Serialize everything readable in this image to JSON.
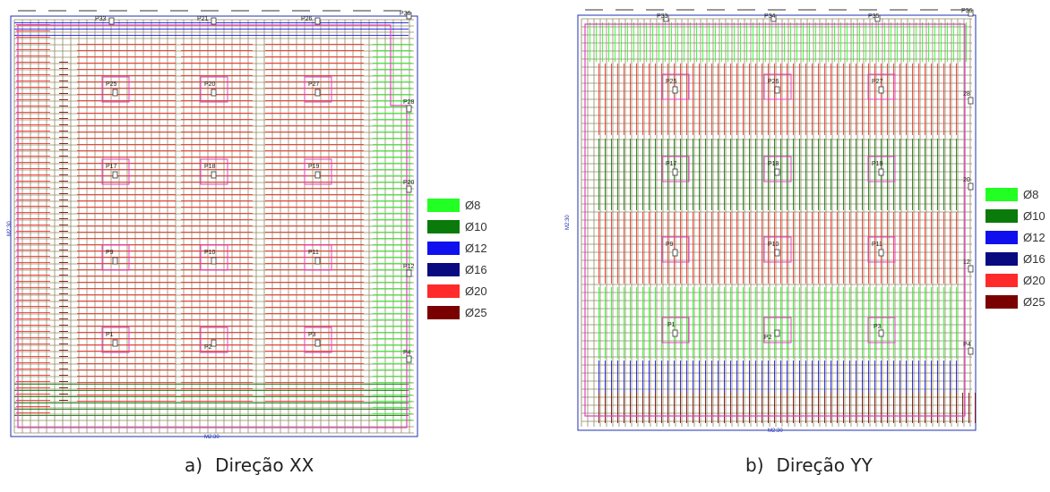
{
  "figure": {
    "panels": [
      {
        "id": "a",
        "caption_letter": "a)",
        "caption_text": "Direção XX",
        "direction": "x",
        "pillars": [
          {
            "label": "P33"
          },
          {
            "label": "P21"
          },
          {
            "label": "P26"
          },
          {
            "label": "P36"
          },
          {
            "label": "P25"
          },
          {
            "label": "P20"
          },
          {
            "label": "P27"
          },
          {
            "label": "P28"
          },
          {
            "label": "P17"
          },
          {
            "label": "P18"
          },
          {
            "label": "P19"
          },
          {
            "label": "P20"
          },
          {
            "label": "P9"
          },
          {
            "label": "P10"
          },
          {
            "label": "P11"
          },
          {
            "label": "P12"
          },
          {
            "label": "P1"
          },
          {
            "label": "P2"
          },
          {
            "label": "P3"
          },
          {
            "label": "P4"
          }
        ],
        "dimension_bottom": "M2:30",
        "dimension_side": "M2:30"
      },
      {
        "id": "b",
        "caption_letter": "b)",
        "caption_text": "Direção YY",
        "direction": "y",
        "pillars": [
          {
            "label": "P33"
          },
          {
            "label": "P34"
          },
          {
            "label": "P35"
          },
          {
            "label": "P36"
          },
          {
            "label": "P25"
          },
          {
            "label": "P26"
          },
          {
            "label": "P27"
          },
          {
            "label": "28"
          },
          {
            "label": "P17"
          },
          {
            "label": "P18"
          },
          {
            "label": "P19"
          },
          {
            "label": "20"
          },
          {
            "label": "P9"
          },
          {
            "label": "P10"
          },
          {
            "label": "P11"
          },
          {
            "label": "12"
          },
          {
            "label": "P1"
          },
          {
            "label": "P2"
          },
          {
            "label": "P3"
          },
          {
            "label": "P4"
          }
        ],
        "dimension_bottom": "M2:30",
        "dimension_side": "M2:30"
      }
    ],
    "legend": [
      {
        "label": "Ø8",
        "color": "#22ff22"
      },
      {
        "label": "Ø10",
        "color": "#0a7a0a"
      },
      {
        "label": "Ø12",
        "color": "#1010ee"
      },
      {
        "label": "Ø16",
        "color": "#0a0a80"
      },
      {
        "label": "Ø20",
        "color": "#ff2a2a"
      },
      {
        "label": "Ø25",
        "color": "#7a0000"
      }
    ],
    "colors": {
      "grid": "#8f8a60",
      "outline": "#e040c0",
      "border": "#2030b0"
    }
  }
}
